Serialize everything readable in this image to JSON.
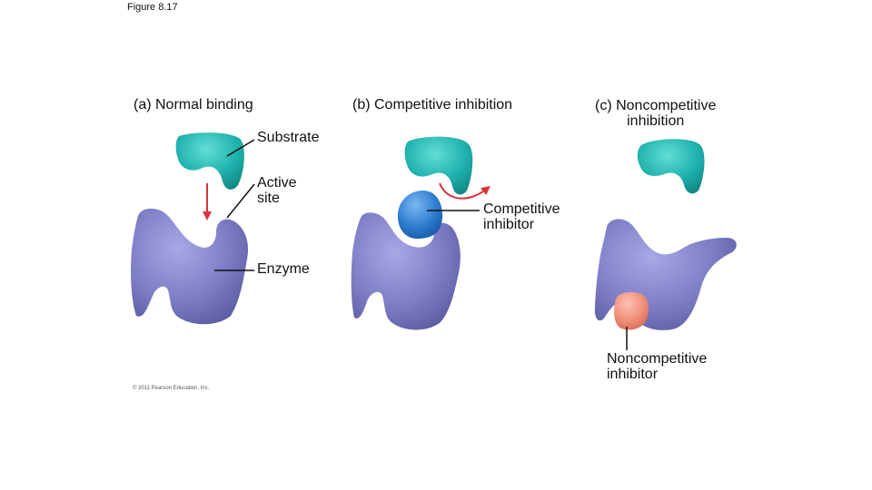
{
  "figure_label": "Figure 8.17",
  "panels": {
    "a": {
      "title": "(a) Normal binding"
    },
    "b": {
      "title": "(b) Competitive inhibition"
    },
    "c": {
      "title": "(c) Noncompetitive\ninhibition"
    }
  },
  "labels": {
    "substrate": "Substrate",
    "active_site": "Active\nsite",
    "enzyme": "Enzyme",
    "competitive_inhibitor": "Competitive\ninhibitor",
    "noncompetitive_inhibitor": "Noncompetitive\ninhibitor"
  },
  "copyright": "© 2011 Pearson Education, Inc.",
  "colors": {
    "enzyme": "#7c7cc4",
    "substrate": "#1fb2ad",
    "competitive_inhibitor": "#2e7ed0",
    "noncompetitive_inhibitor": "#f0907a",
    "arrow": "#d8323a"
  }
}
